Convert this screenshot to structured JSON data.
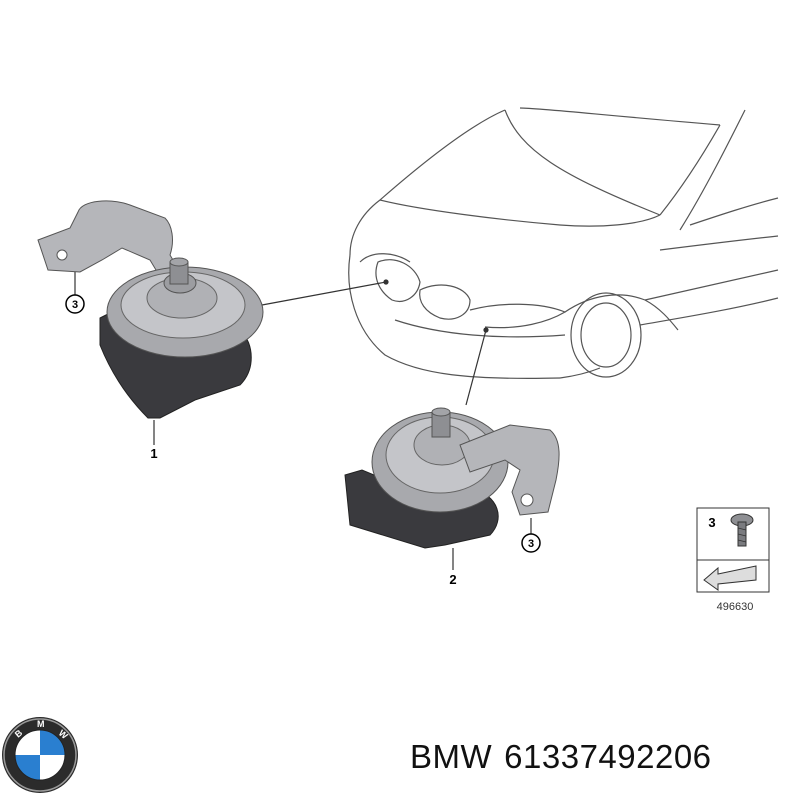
{
  "diagram": {
    "callouts": {
      "part1": "1",
      "part2": "2",
      "screw_left": "3",
      "screw_right": "3"
    },
    "legend": {
      "number": "3",
      "reference": "496630"
    }
  },
  "caption": {
    "brand": "BMW",
    "part_number": "61337492206"
  },
  "colors": {
    "line": "#4a4a4a",
    "horn_body": "#3a3a3e",
    "horn_metal": "#a8a9ad",
    "bracket": "#b5b6ba",
    "logo_blue": "#2a7fd0"
  },
  "icons": [
    "bmw-logo-icon",
    "screw-icon",
    "arrow-icon"
  ]
}
